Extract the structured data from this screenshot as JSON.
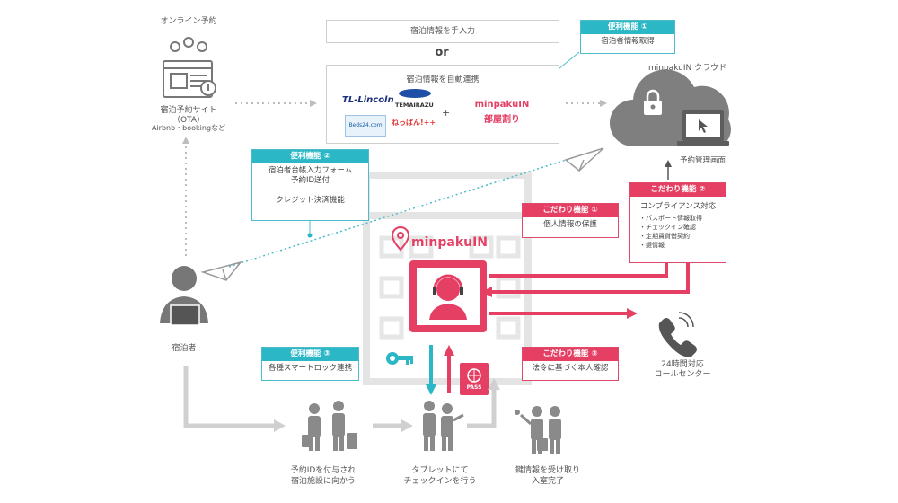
{
  "ota": {
    "label": "オンライン予約",
    "title_line1": "宿泊予約サイト",
    "title_line2": "（OTA）",
    "examples": "Airbnb・bookingなど"
  },
  "input": {
    "manual": "宿泊情報を手入力",
    "or": "or",
    "auto": "宿泊情報を自動連携",
    "logos": [
      "TL-Lincoln",
      "TEMAIRAZU",
      "Beds24.com",
      "ねっぱん!++",
      "minpakuIN",
      "部屋割り"
    ],
    "plus": "+"
  },
  "cloud": {
    "label": "minpakuIN クラウド",
    "screen": "予約管理画面"
  },
  "benefit1": {
    "header": "便利機能 ①",
    "body": "宿泊者情報取得"
  },
  "benefit2": {
    "header": "便利機能 ②",
    "line1": "宿泊者台帳入力フォーム",
    "line2": "予約ID送付",
    "line3": "クレジット決済機能"
  },
  "benefit3": {
    "header": "便利機能 ③",
    "body": "各種スマートロック連携"
  },
  "kodawari1": {
    "header": "こだわり機能 ①",
    "body": "個人情報の保護"
  },
  "kodawari2": {
    "header": "こだわり機能 ②",
    "title": "コンプライアンス対応",
    "items": [
      "・パスポート情報取得",
      "・チェックイン確認",
      "・定期賃貸借契約",
      "・鍵情報"
    ]
  },
  "kodawari3": {
    "header": "こだわり機能 ③",
    "body": "法令に基づく本人確認"
  },
  "brand": "minpakuIN",
  "guest": "宿泊者",
  "callcenter": {
    "line1": "24時間対応",
    "line2": "コールセンター"
  },
  "pass": "PASS",
  "steps": {
    "step1_line1": "予約IDを付与され",
    "step1_line2": "宿泊施設に向かう",
    "step2_line1": "タブレットにて",
    "step2_line2": "チェックインを行う",
    "step3_line1": "鍵情報を受け取り",
    "step3_line2": "入室完了"
  },
  "colors": {
    "teal": "#2bb7c5",
    "red": "#e53f64",
    "gray": "#8a8a8a",
    "lightgray": "#d5d5d5"
  }
}
